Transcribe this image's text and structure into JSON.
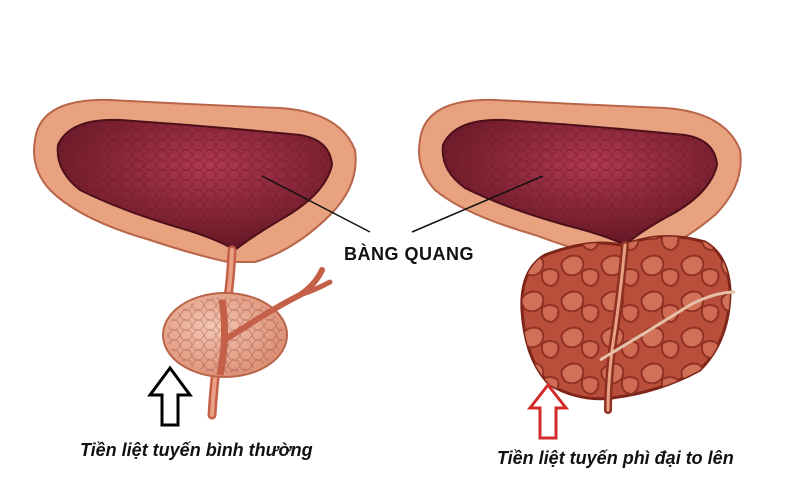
{
  "labels": {
    "bladder": "BÀNG QUANG",
    "normal_prostate": "Tiền liệt tuyến bình thường",
    "enlarged_prostate": "Tiền liệt tuyến phì đại to lên"
  },
  "colors": {
    "bladder_wall": "#e8a27f",
    "bladder_inner": "#8a2536",
    "prostate_tissue": "#ecb197",
    "enlarged_prostate": "#b94f3a",
    "normal_arrow": "#000000",
    "enlarged_arrow": "#d42a2a"
  }
}
